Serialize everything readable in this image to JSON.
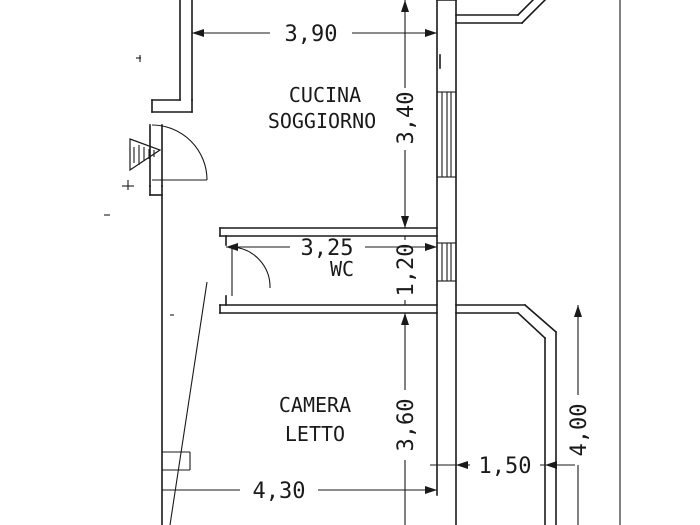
{
  "plan": {
    "rooms": {
      "kitchen": {
        "line1": "CUCINA",
        "line2": "SOGGIORNO"
      },
      "wc": {
        "label": "WC"
      },
      "bedroom": {
        "line1": "CAMERA",
        "line2": "LETTO"
      }
    },
    "dimensions": {
      "kitchen_width": "3,90",
      "kitchen_depth": "3,40",
      "wc_width": "3,25",
      "wc_depth": "1,20",
      "bedroom_depth": "3,60",
      "bedroom_width": "4,30",
      "balcony_width": "1,50",
      "balcony_length": "4,00"
    }
  }
}
